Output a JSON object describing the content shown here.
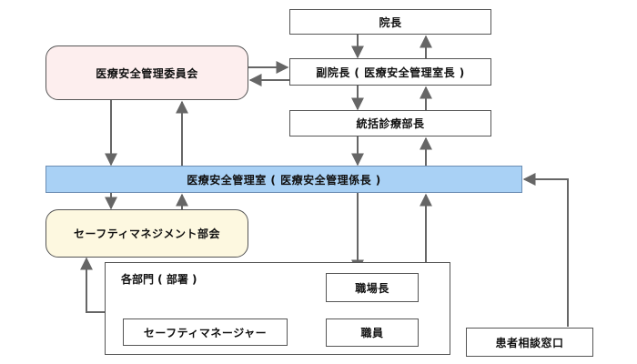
{
  "nodes": {
    "director": "院長",
    "vice_director": "副院長 ( 医療安全管理室長 )",
    "general_medical_chief": "統括診療部長",
    "committee": "医療安全管理委員会",
    "safety_office": "医療安全管理室 ( 医療安全管理係長 )",
    "safety_subcommittee": "セーフティマネジメント部会",
    "departments": "各部門 ( 部署 )",
    "workplace_chief": "職場長",
    "staff": "職員",
    "safety_manager": "セーフティマネージャー",
    "patient_consultation": "患者相談窓口"
  },
  "colors": {
    "committee_fill": "#fdeeee",
    "safety_office_fill": "#a9d1f5",
    "subcommittee_fill": "#fdf8e0",
    "border": "#555555",
    "arrow": "#666666"
  }
}
